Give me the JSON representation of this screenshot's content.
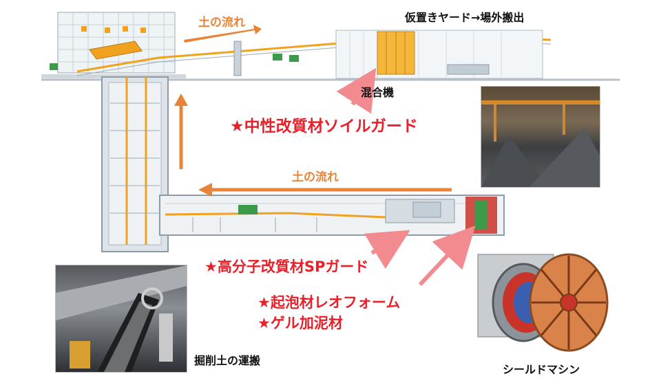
{
  "labels": {
    "yard": "仮置きヤード→場外搬出",
    "flow_top": "土の流れ",
    "flow_mid": "土の流れ",
    "mixer": "混合機",
    "soil_guard": "★中性改質材ソイルガード",
    "sp_guard": "★高分子改質材SPガード",
    "reo_foam": "★起泡材レオフォーム",
    "gel_mud": "★ゲル加泥材",
    "excavated_transport": "掘削土の運搬",
    "shield_machine": "シールドマシン"
  },
  "colors": {
    "flow_arrow": "#e8843a",
    "material_text": "#e8202a",
    "pointer_arrow": "#f28b8f",
    "conveyor": "#f0a21e",
    "structure": "#b7c0c9",
    "shield_red": "#c8342a"
  }
}
